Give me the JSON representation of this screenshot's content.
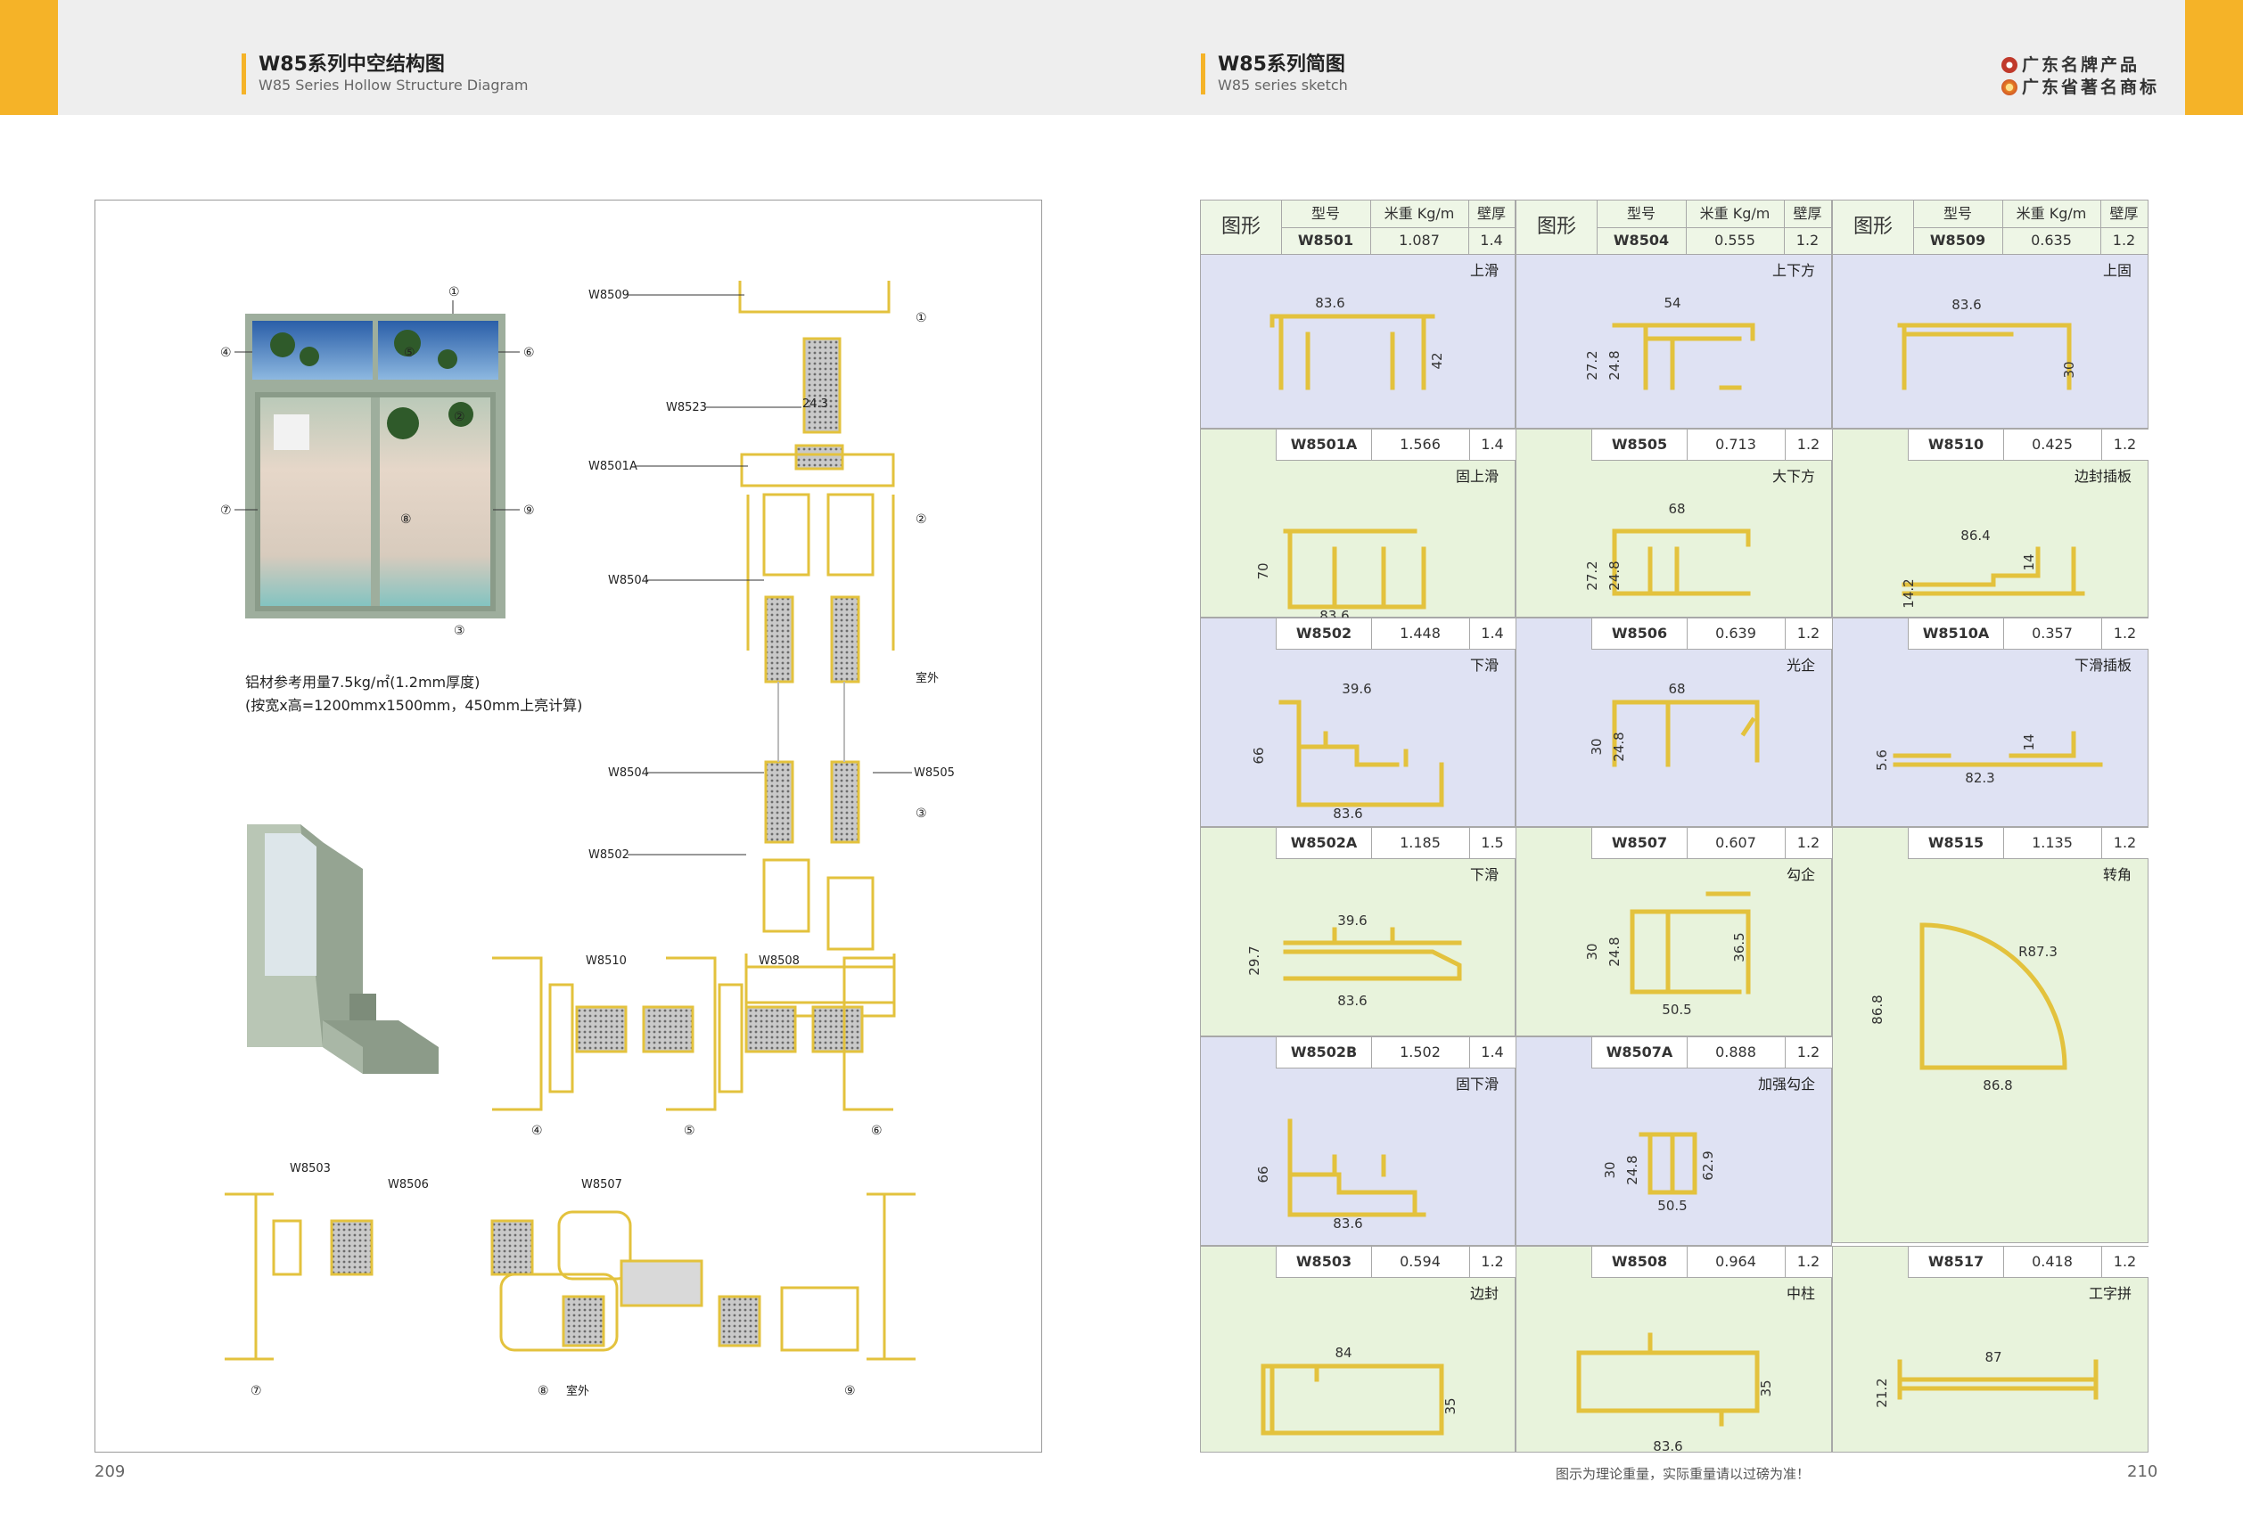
{
  "header": {
    "left_title_zh": "W85系列中空结构图",
    "left_title_en": "W85 Series Hollow Structure Diagram",
    "right_title_zh": "W85系列简图",
    "right_title_en": "W85 series sketch",
    "brand_1": "广东名牌产品",
    "brand_2": "广东省著名商标"
  },
  "left": {
    "note_line1": "铝材参考用量7.5kg/㎡(1.2mm厚度)",
    "note_line2": "(按宽x高=1200mmx1500mm，450mm上亮计算)",
    "window_markers": [
      "①",
      "②",
      "③",
      "④",
      "⑤",
      "⑥",
      "⑦",
      "⑧",
      "⑨"
    ],
    "section_labels": {
      "w8509": "W8509",
      "w8523": "W8523",
      "w8501a": "W8501A",
      "w8504a": "W8504",
      "w8504b": "W8504",
      "w8505": "W8505",
      "w8502": "W8502",
      "dim_243": "24.3",
      "outside_1": "室外",
      "w8510": "W8510",
      "w8508": "W8508",
      "w8503": "W8503",
      "w8506": "W8506",
      "w8507": "W8507",
      "outside_2": "室外"
    },
    "page_number": "209"
  },
  "right": {
    "table_headers": {
      "shape": "图形",
      "model": "型号",
      "weight": "米重 Kg/m",
      "wall": "壁厚"
    },
    "profiles": [
      {
        "model": "W8501",
        "weight": "1.087",
        "wall": "1.4",
        "name": "上滑",
        "dims": [
          "83.6",
          "42"
        ]
      },
      {
        "model": "W8504",
        "weight": "0.555",
        "wall": "1.2",
        "name": "上下方",
        "dims": [
          "54",
          "27.2",
          "24.8"
        ]
      },
      {
        "model": "W8509",
        "weight": "0.635",
        "wall": "1.2",
        "name": "上固",
        "dims": [
          "83.6",
          "30"
        ]
      },
      {
        "model": "W8501A",
        "weight": "1.566",
        "wall": "1.4",
        "name": "固上滑",
        "dims": [
          "70",
          "83.6"
        ]
      },
      {
        "model": "W8505",
        "weight": "0.713",
        "wall": "1.2",
        "name": "大下方",
        "dims": [
          "68",
          "27.2",
          "24.8"
        ]
      },
      {
        "model": "W8510",
        "weight": "0.425",
        "wall": "1.2",
        "name": "边封插板",
        "dims": [
          "86.4",
          "14.2",
          "14"
        ]
      },
      {
        "model": "W8502",
        "weight": "1.448",
        "wall": "1.4",
        "name": "下滑",
        "dims": [
          "39.6",
          "66",
          "83.6"
        ]
      },
      {
        "model": "W8506",
        "weight": "0.639",
        "wall": "1.2",
        "name": "光企",
        "dims": [
          "68",
          "30",
          "24.8"
        ]
      },
      {
        "model": "W8510A",
        "weight": "0.357",
        "wall": "1.2",
        "name": "下滑插板",
        "dims": [
          "5.6",
          "82.3",
          "14"
        ]
      },
      {
        "model": "W8502A",
        "weight": "1.185",
        "wall": "1.5",
        "name": "下滑",
        "dims": [
          "39.6",
          "29.7",
          "83.6"
        ]
      },
      {
        "model": "W8507",
        "weight": "0.607",
        "wall": "1.2",
        "name": "勾企",
        "dims": [
          "30",
          "24.8",
          "36.5",
          "50.5"
        ]
      },
      {
        "model": "W8515",
        "weight": "1.135",
        "wall": "1.2",
        "name": "转角",
        "dims": [
          "R87.3",
          "86.8",
          "86.8"
        ]
      },
      {
        "model": "W8502B",
        "weight": "1.502",
        "wall": "1.4",
        "name": "固下滑",
        "dims": [
          "66",
          "83.6"
        ]
      },
      {
        "model": "W8507A",
        "weight": "0.888",
        "wall": "1.2",
        "name": "加强勾企",
        "dims": [
          "30",
          "24.8",
          "62.9",
          "50.5"
        ]
      },
      {
        "model": "W8503",
        "weight": "0.594",
        "wall": "1.2",
        "name": "边封",
        "dims": [
          "84",
          "35"
        ]
      },
      {
        "model": "W8508",
        "weight": "0.964",
        "wall": "1.2",
        "name": "中柱",
        "dims": [
          "35",
          "83.6"
        ]
      },
      {
        "model": "W8517",
        "weight": "0.418",
        "wall": "1.2",
        "name": "工字拼",
        "dims": [
          "87",
          "21.2"
        ]
      }
    ],
    "footnote": "图示为理论重量，实际重量请以过磅为准！",
    "page_number": "210"
  },
  "colors": {
    "accent": "#f5b328",
    "profile": "#e3c23d",
    "blue_cell": "#dfe2f3",
    "green_cell": "#e8f3dc"
  }
}
